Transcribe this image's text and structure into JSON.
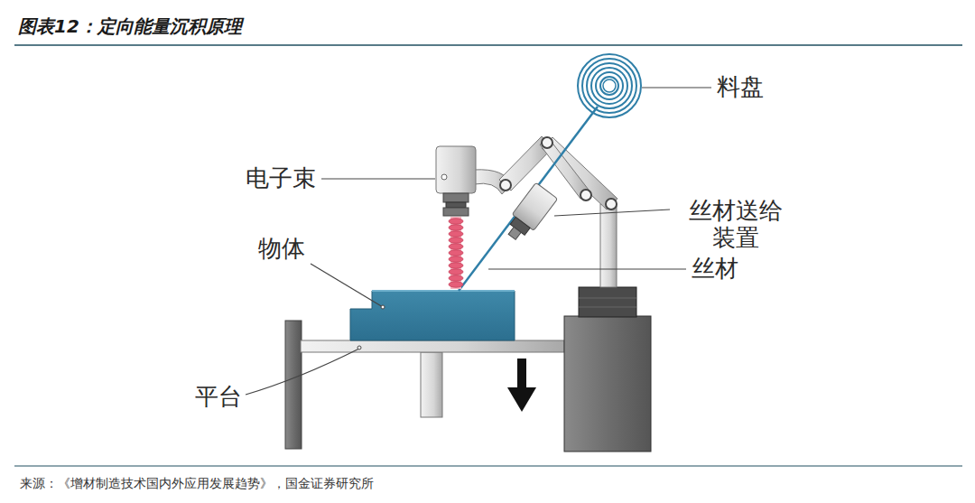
{
  "diagram": {
    "title": "图表12：定向能量沉积原理",
    "caption": "来源：《增材制造技术国内外应用发展趋势》，国金证券研究所",
    "labels": [
      "料盘",
      "电子束",
      "丝材送给 装置",
      "物体",
      "丝材",
      "平台"
    ]
  }
}
